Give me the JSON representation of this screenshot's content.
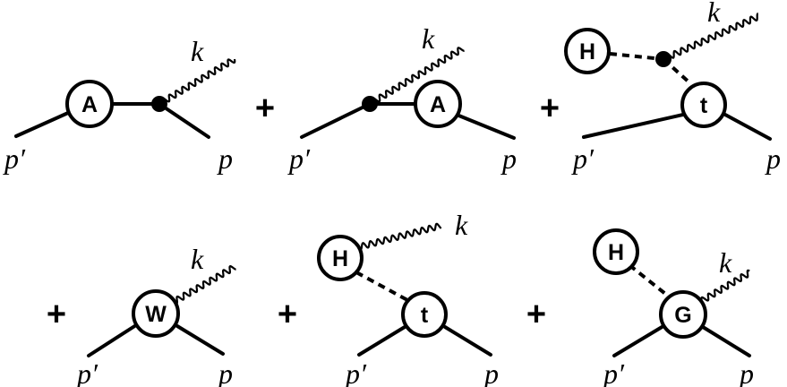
{
  "diagrams": [
    {
      "blob_labels": [
        "A"
      ],
      "momenta": [
        "k",
        "p′",
        "p"
      ]
    },
    {
      "blob_labels": [
        "A"
      ],
      "momenta": [
        "k",
        "p′",
        "p"
      ]
    },
    {
      "blob_labels": [
        "H",
        "t"
      ],
      "momenta": [
        "k",
        "p′",
        "p"
      ]
    },
    {
      "blob_labels": [
        "W"
      ],
      "momenta": [
        "k",
        "p′",
        "p"
      ]
    },
    {
      "blob_labels": [
        "H",
        "t"
      ],
      "momenta": [
        "k",
        "p′",
        "p"
      ]
    },
    {
      "blob_labels": [
        "H",
        "G"
      ],
      "momenta": [
        "k",
        "p′",
        "p"
      ]
    }
  ],
  "operator": "+"
}
